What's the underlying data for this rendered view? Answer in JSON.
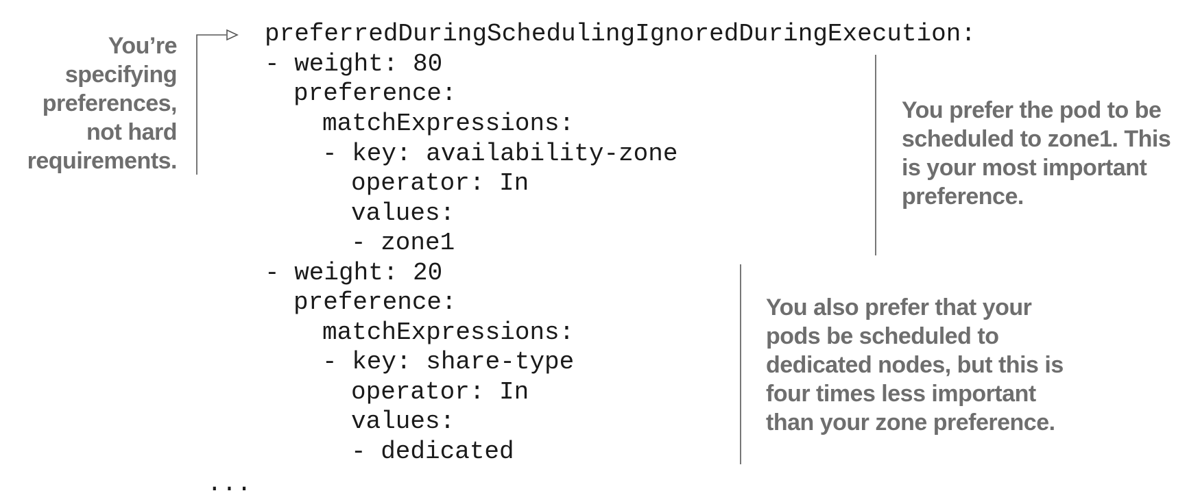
{
  "code_lines": [
    {
      "indent": 0,
      "text": "preferredDuringSchedulingIgnoredDuringExecution:"
    },
    {
      "indent": 0,
      "text": "- weight: 80"
    },
    {
      "indent": 1,
      "text": "preference:"
    },
    {
      "indent": 2,
      "text": "matchExpressions:"
    },
    {
      "indent": 2,
      "text": "- key: availability-zone"
    },
    {
      "indent": 3,
      "text": "operator: In"
    },
    {
      "indent": 3,
      "text": "values:"
    },
    {
      "indent": 3,
      "text": "- zone1"
    },
    {
      "indent": 0,
      "text": "- weight: 20"
    },
    {
      "indent": 1,
      "text": "preference:"
    },
    {
      "indent": 2,
      "text": "matchExpressions:"
    },
    {
      "indent": 2,
      "text": "- key: share-type"
    },
    {
      "indent": 3,
      "text": "operator: In"
    },
    {
      "indent": 3,
      "text": "values:"
    },
    {
      "indent": 3,
      "text": "- dedicated"
    },
    {
      "indent": -2,
      "text": "..."
    }
  ],
  "annotations": {
    "left": {
      "lines": [
        "You’re",
        "specifying",
        "preferences,",
        "not hard",
        "requirements."
      ]
    },
    "right_top": {
      "lines": [
        "You prefer the pod to be",
        "scheduled to zone1. This",
        "is your most important",
        "preference."
      ]
    },
    "right_bottom": {
      "lines": [
        "You also prefer that your",
        "pods be scheduled to",
        "dedicated nodes, but this is",
        "four times less important",
        "than your zone preference."
      ]
    }
  },
  "colors": {
    "code_text": "#1a1a1a",
    "annotation_text": "#6e6e6e",
    "connector": "#555555"
  }
}
